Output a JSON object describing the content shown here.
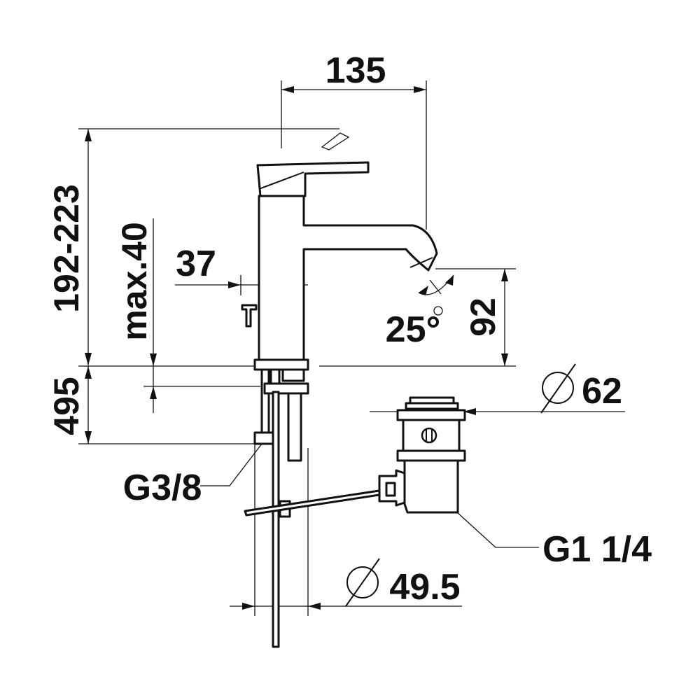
{
  "labels": {
    "width_total": "135",
    "height_total": "192-223",
    "max_deck": "max.40",
    "body_offset": "37",
    "lever_angle": "25°",
    "spout_height": "92",
    "mount_depth": "495",
    "waste_diameter": "62",
    "connection_supply": "G3/8",
    "connection_waste": "G1 1/4",
    "hole_diameter": "49.5"
  }
}
